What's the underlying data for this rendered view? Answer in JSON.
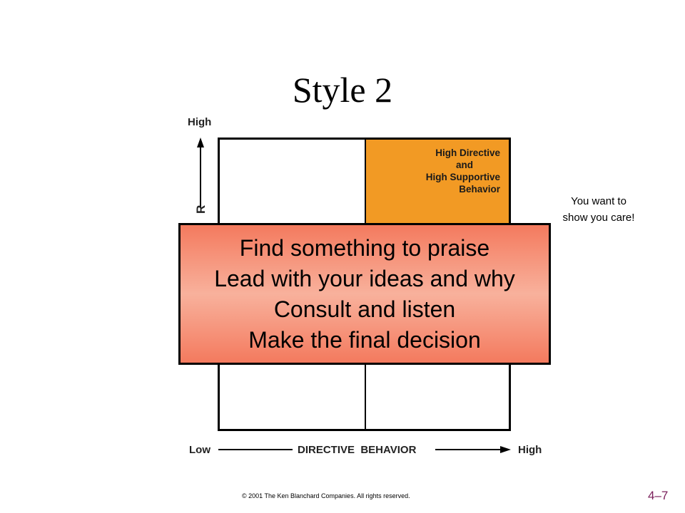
{
  "title": "Style 2",
  "y_axis": {
    "high_label": "High",
    "partial_label": "R"
  },
  "x_axis": {
    "low_label": "Low",
    "label": "DIRECTIVE  BEHAVIOR",
    "high_label": "High"
  },
  "quadrant_top_right": {
    "lines": [
      "High Directive",
      "and",
      "High Supportive",
      "Behavior"
    ],
    "color": "#f29a24"
  },
  "side_note": {
    "line1": "You want to",
    "line2": "show you care!"
  },
  "callout": {
    "lines": [
      "Find something to praise",
      "Lead with your ideas and why",
      "Consult and listen",
      "Make the final decision"
    ],
    "color": "#f47a5e"
  },
  "footer": {
    "copyright": "© 2001 The Ken Blanchard Companies. All rights reserved.",
    "page_number": "4–7",
    "page_number_color": "#7a1f5a"
  }
}
